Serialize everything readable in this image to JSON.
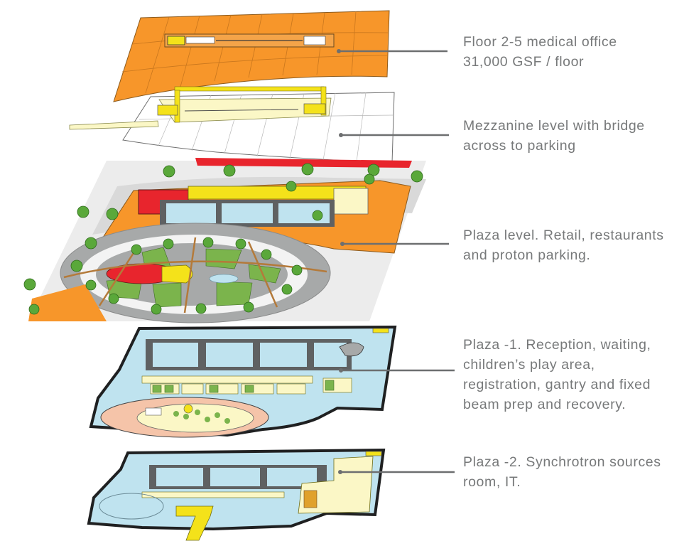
{
  "colors": {
    "office": "#f7962a",
    "mezzanine": "#ffffff",
    "corridor": "#fbf7c6",
    "core_yellow": "#f4e21a",
    "treatment": "#bfe3ef",
    "wall": "#5f6162",
    "tree": "#5aa83a",
    "plaza_gray": "#a7a9a9",
    "retail_red": "#e8252d",
    "garden_green": "#7bb44c",
    "recovery_pink": "#f5c4a9",
    "leader_line": "#6d6f70",
    "caption_text": "#77797a"
  },
  "levels": [
    {
      "id": "floor-2-5",
      "lines": [
        "Floor 2-5 medical office",
        "31,000 GSF / floor"
      ]
    },
    {
      "id": "mezzanine",
      "lines": [
        "Mezzanine level with bridge",
        "across to parking"
      ]
    },
    {
      "id": "plaza",
      "lines": [
        "Plaza level. Retail, restaurants",
        "and proton parking."
      ]
    },
    {
      "id": "plaza-minus-1",
      "lines": [
        "Plaza -1. Reception, waiting,",
        "children’s play area,",
        "registration, gantry and fixed",
        "beam prep and recovery."
      ]
    },
    {
      "id": "plaza-minus-2",
      "lines": [
        "Plaza -2. Synchrotron sources",
        "room, IT."
      ]
    }
  ]
}
